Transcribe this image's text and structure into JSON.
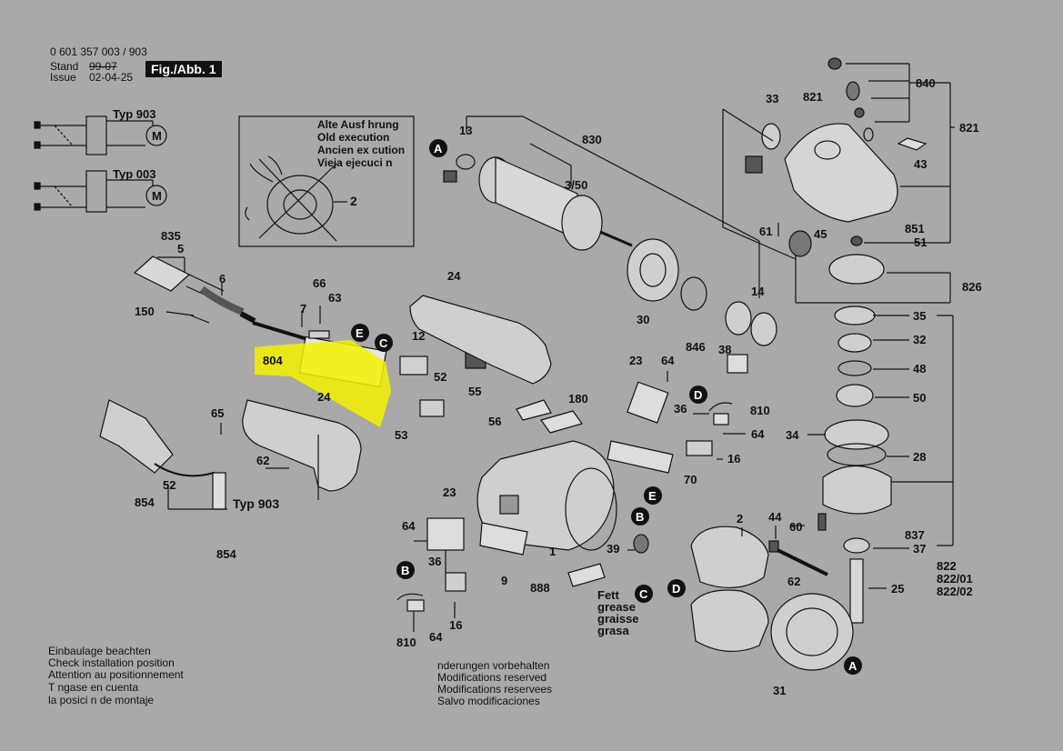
{
  "header": {
    "part_number": "0 601 357 003 / 903",
    "stand_label": "Stand",
    "stand_value": "99-07",
    "issue_label": "Issue",
    "issue_value": "02-04-25",
    "figure": "Fig./Abb. 1"
  },
  "wiring": [
    {
      "type_label": "Typ 903",
      "motor": "M"
    },
    {
      "type_label": "Typ 003",
      "motor": "M"
    }
  ],
  "old_execution": [
    "Alte Ausf hrung",
    "Old execution",
    "Ancien ex cution",
    "Vieja ejecuci n"
  ],
  "old_execution_part": "2",
  "labels": {
    "p13": "13",
    "p830": "830",
    "p3_50": "3/50",
    "p33": "33",
    "p821a": "821",
    "p840": "840",
    "p821b": "821",
    "p43": "43",
    "p61": "61",
    "p45": "45",
    "p851": "851",
    "p51": "51",
    "p826": "826",
    "p14": "14",
    "p30": "30",
    "p846": "846",
    "p38": "38",
    "p835": "835",
    "p5": "5",
    "p6": "6",
    "p66": "66",
    "p63": "63",
    "p7": "7",
    "p24a": "24",
    "p150": "150",
    "p804": "804",
    "p12": "12",
    "p52a": "52",
    "p55": "55",
    "p53": "53",
    "p24b": "24",
    "p65": "65",
    "p62a": "62",
    "p52b": "52",
    "p854a": "854",
    "typ903": "Typ 903",
    "p854b": "854",
    "p23a": "23",
    "p64a": "64",
    "p180": "180",
    "p56": "56",
    "p36a": "36",
    "p810a": "810",
    "p64b": "64",
    "p16a": "16",
    "p70": "70",
    "p23b": "23",
    "p64c": "64",
    "p36b": "36",
    "p16b": "16",
    "p9": "9",
    "p1": "1",
    "p888": "888",
    "p39": "39",
    "p810b": "810",
    "p64d": "64",
    "p2": "2",
    "p44": "44",
    "p62b": "62",
    "p35": "35",
    "p32": "32",
    "p48": "48",
    "p50": "50",
    "p34": "34",
    "p28": "28",
    "p60": "60",
    "p837": "837",
    "p37": "37",
    "p25": "25",
    "p822": "822",
    "p822_01": "822/01",
    "p822_02": "822/02",
    "p31": "31"
  },
  "callouts": {
    "A": "A",
    "B": "B",
    "C": "C",
    "D": "D",
    "E": "E"
  },
  "grease": [
    "Fett",
    "grease",
    "graisse",
    "grasa"
  ],
  "notes_left": [
    "Einbaulage beachten",
    "Check installation position",
    "Attention au positionnement",
    "T ngase en cuenta",
    "la posici n de montaje"
  ],
  "notes_center": [
    "nderungen vorbehalten",
    "Modifications reserved",
    "Modifications reservees",
    "Salvo modificaciones"
  ],
  "highlight_color": "#f5f200"
}
